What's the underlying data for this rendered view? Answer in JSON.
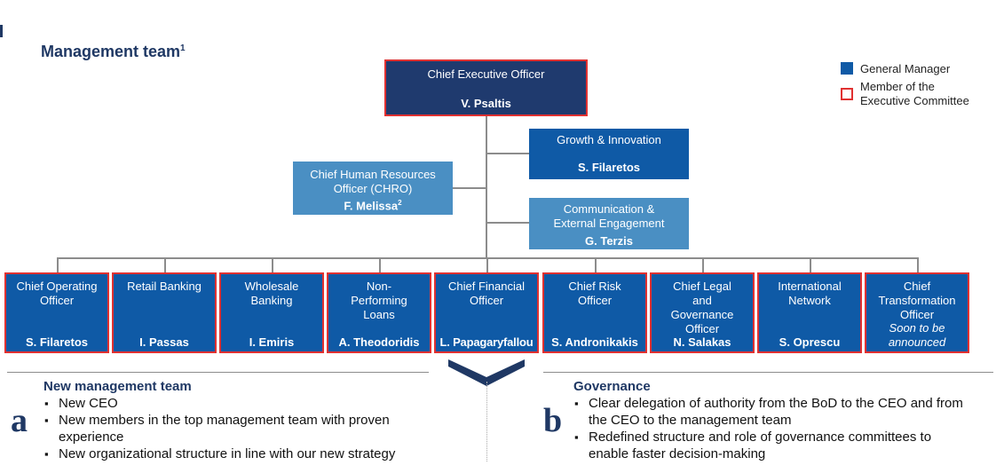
{
  "header": {
    "title": "Management team",
    "title_sup": "1"
  },
  "legend": {
    "general_manager": "General Manager",
    "exec_committee": "Member of the Executive Committee",
    "exec_committee_line1": "Member of the",
    "exec_committee_line2": "Executive Committee"
  },
  "colors": {
    "dark_navy": "#1f3a6e",
    "mid_blue": "#0f5aa6",
    "light_blue": "#4a8fc3",
    "committee_border": "#e03131",
    "heading": "#1f3864"
  },
  "org": {
    "ceo": {
      "role": "Chief Executive Officer",
      "name": "V. Psaltis"
    },
    "growth": {
      "role": "Growth & Innovation",
      "name": "S. Filaretos"
    },
    "chro": {
      "role_line1": "Chief Human Resources",
      "role_line2": "Officer (CHRO)",
      "name": "F. Melissa",
      "name_sup": "2"
    },
    "comm": {
      "role_line1": "Communication &",
      "role_line2": "External Engagement",
      "name": "G. Terzis"
    },
    "executives": [
      {
        "role": [
          "Chief Operating",
          "Officer"
        ],
        "name": "S. Filaretos"
      },
      {
        "role": [
          "Retail Banking"
        ],
        "name": "I. Passas"
      },
      {
        "role": [
          "Wholesale",
          "Banking"
        ],
        "name": "I. Emiris"
      },
      {
        "role": [
          "Non-",
          "Performing",
          "Loans"
        ],
        "name": "A. Theodoridis"
      },
      {
        "role": [
          "Chief Financial",
          "Officer"
        ],
        "name": "L. Papagaryfallou"
      },
      {
        "role": [
          "Chief Risk",
          "Officer"
        ],
        "name": "S. Andronikakis"
      },
      {
        "role": [
          "Chief Legal",
          "and",
          "Governance",
          "Officer"
        ],
        "name": "N. Salakas"
      },
      {
        "role": [
          "International",
          "Network"
        ],
        "name": "S. Oprescu"
      },
      {
        "role": [
          "Chief",
          "Transformation",
          "Officer"
        ],
        "name_line1": "Soon to be",
        "name_line2": "announced"
      }
    ]
  },
  "section_a": {
    "letter": "a",
    "title": "New management team",
    "bullets": [
      "New CEO",
      "New members in the top management team with proven experience",
      "New organizational structure in line with our new strategy"
    ]
  },
  "section_b": {
    "letter": "b",
    "title": "Governance",
    "bullets": [
      "Clear delegation of authority from the BoD to the CEO and from the CEO to the management team",
      "Redefined structure and role of governance committees to enable faster decision-making"
    ]
  }
}
